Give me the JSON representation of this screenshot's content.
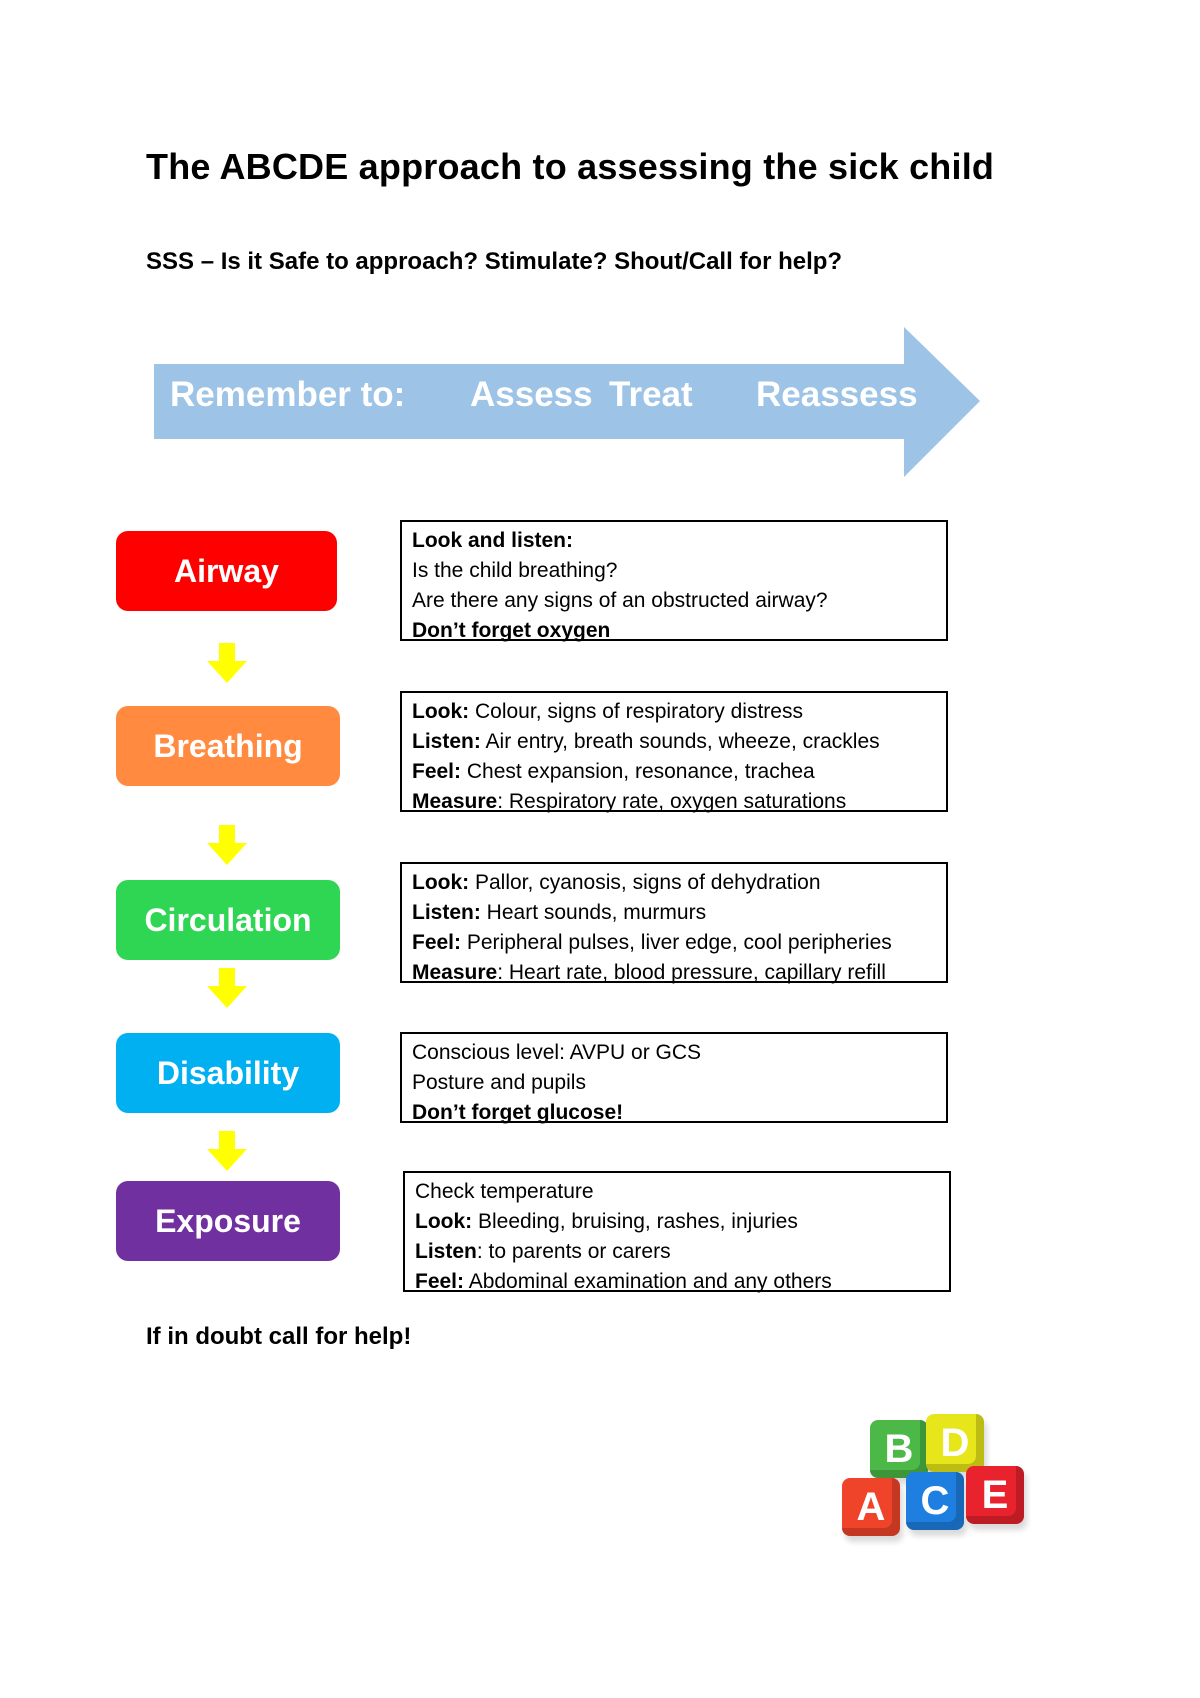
{
  "title": "The ABCDE approach to assessing the sick child",
  "subtitle": "SSS – Is it Safe to approach? Stimulate? Shout/Call for help?",
  "banner": {
    "remember": "Remember to:",
    "assess": "Assess",
    "treat": "Treat",
    "reassess": "Reassess",
    "color": "#9DC3E6"
  },
  "steps": [
    {
      "label": "Airway",
      "color": "#FF0000",
      "lines": [
        {
          "bold": "Look and listen:",
          "text": ""
        },
        {
          "bold": "",
          "text": "Is the child breathing?"
        },
        {
          "bold": "",
          "text": "Are there any signs of an obstructed airway?"
        },
        {
          "bold": "Don’t forget oxygen",
          "text": ""
        }
      ]
    },
    {
      "label": "Breathing",
      "color": "#FF8A40",
      "lines": [
        {
          "bold": "Look:",
          "text": " Colour, signs of respiratory distress"
        },
        {
          "bold": "Listen:",
          "text": " Air entry, breath sounds, wheeze, crackles"
        },
        {
          "bold": "Feel:",
          "text": " Chest expansion, resonance, trachea"
        },
        {
          "bold": "Measure",
          "text": ": Respiratory rate, oxygen saturations"
        }
      ]
    },
    {
      "label": "Circulation",
      "color": "#2FD654",
      "lines": [
        {
          "bold": "Look:",
          "text": " Pallor, cyanosis, signs of dehydration"
        },
        {
          "bold": "Listen:",
          "text": " Heart sounds, murmurs"
        },
        {
          "bold": "Feel:",
          "text": " Peripheral pulses, liver edge, cool peripheries"
        },
        {
          "bold": "Measure",
          "text": ": Heart rate, blood pressure, capillary refill"
        }
      ]
    },
    {
      "label": "Disability",
      "color": "#00B0F0",
      "lines": [
        {
          "bold": "",
          "text": "Conscious level: AVPU or GCS"
        },
        {
          "bold": "",
          "text": "Posture and pupils"
        },
        {
          "bold": "Don’t forget glucose!",
          "text": ""
        }
      ]
    },
    {
      "label": "Exposure",
      "color": "#7030A0",
      "lines": [
        {
          "bold": "",
          "text": "Check temperature"
        },
        {
          "bold": "Look:",
          "text": " Bleeding, bruising, rashes, injuries"
        },
        {
          "bold": "Listen",
          "text": ": to parents or carers"
        },
        {
          "bold": "Feel:",
          "text": " Abdominal examination and any others"
        }
      ]
    }
  ],
  "arrow_color": "#FFFF00",
  "footer": "If in doubt call for help!",
  "blocks": [
    {
      "letter": "B",
      "color": "#4CB848"
    },
    {
      "letter": "D",
      "color": "#E6E61A"
    },
    {
      "letter": "A",
      "color": "#F0442A"
    },
    {
      "letter": "C",
      "color": "#1E7FE0"
    },
    {
      "letter": "E",
      "color": "#E8232E"
    }
  ]
}
